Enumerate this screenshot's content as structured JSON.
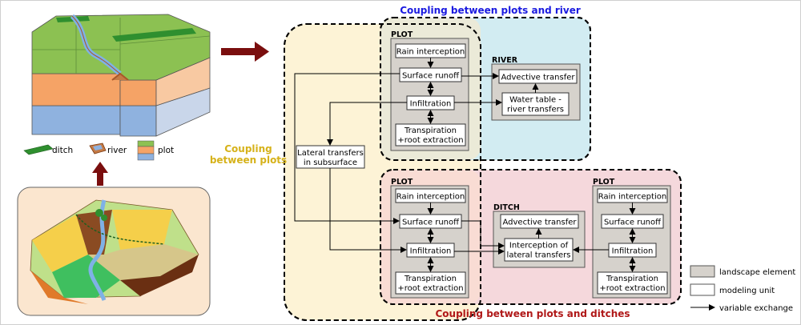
{
  "titles": {
    "plots_river": "Coupling between plots and river",
    "plots_ditches": "Coupling between plots and ditches",
    "plots_1": "Coupling",
    "plots_2": "between plots"
  },
  "labels": {
    "plot": "PLOT",
    "river": "RIVER",
    "ditch": "DITCH"
  },
  "units": {
    "rain": "Rain interception",
    "runoff": "Surface runoff",
    "infiltration": "Infiltration",
    "transp_1": "Transpiration",
    "transp_2": "+root extraction",
    "advective": "Advective transfer",
    "watertable_1": "Water table -",
    "watertable_2": "river transfers",
    "lateral_1": "Lateral transfers",
    "lateral_2": "in subsurface",
    "interception_1": "Interception of",
    "interception_2": "lateral transfers"
  },
  "icon_legend": {
    "ditch": "ditch",
    "river": "river",
    "plot": "plot"
  },
  "legend": {
    "landscape_element": "landscape element",
    "modeling_unit": "modeling unit",
    "variable_exchange": "variable exchange"
  },
  "colors": {
    "blue_title": "#1a1ae0",
    "red_title": "#b01818",
    "yellow_title": "#d6b21a",
    "yellow_fill": "#fdf3d6",
    "blue_fill": "#d2ecf2",
    "red_fill": "#f5d8dc",
    "element_fill": "#d6d2cc",
    "arrow_dark": "#7a0e0e"
  }
}
